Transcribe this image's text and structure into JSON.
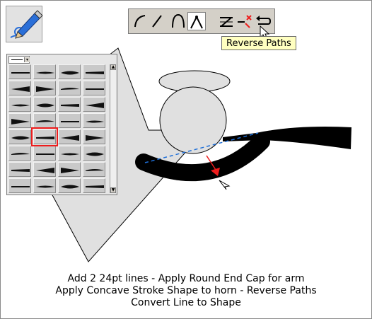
{
  "toolbar": {
    "buttons": [
      {
        "name": "curve-tool-icon",
        "pressed": false
      },
      {
        "name": "line-tool-icon",
        "pressed": false
      },
      {
        "name": "arc-tool-icon",
        "pressed": false
      },
      {
        "name": "cusp-tool-icon",
        "pressed": true
      },
      {
        "name": "smooth-join-icon",
        "pressed": false
      },
      {
        "name": "break-path-icon",
        "pressed": false
      },
      {
        "name": "reverse-paths-icon",
        "pressed": false
      }
    ]
  },
  "tooltip": {
    "text": "Reverse Paths"
  },
  "tool_icon": {
    "name": "freehand-pencil-icon"
  },
  "gallery": {
    "rows": 8,
    "columns": 4,
    "selected_cell": {
      "row": 4,
      "column": 1
    },
    "has_scrollbar": true
  },
  "caption": {
    "line1": "Add 2 24pt lines -  Apply Round End Cap for arm",
    "line2": "Apply Concave Stroke Shape to horn - Reverse Paths",
    "line3": "Convert Line to Shape"
  },
  "colors": {
    "shape_fill": "#e0e0e0",
    "stroke_black": "#000000",
    "arrow_red": "#ee1c1c",
    "dashed_line": "#1e6fd8",
    "tooltip_bg": "#ffffc0",
    "toolbar_bg": "#d4d0c8"
  }
}
